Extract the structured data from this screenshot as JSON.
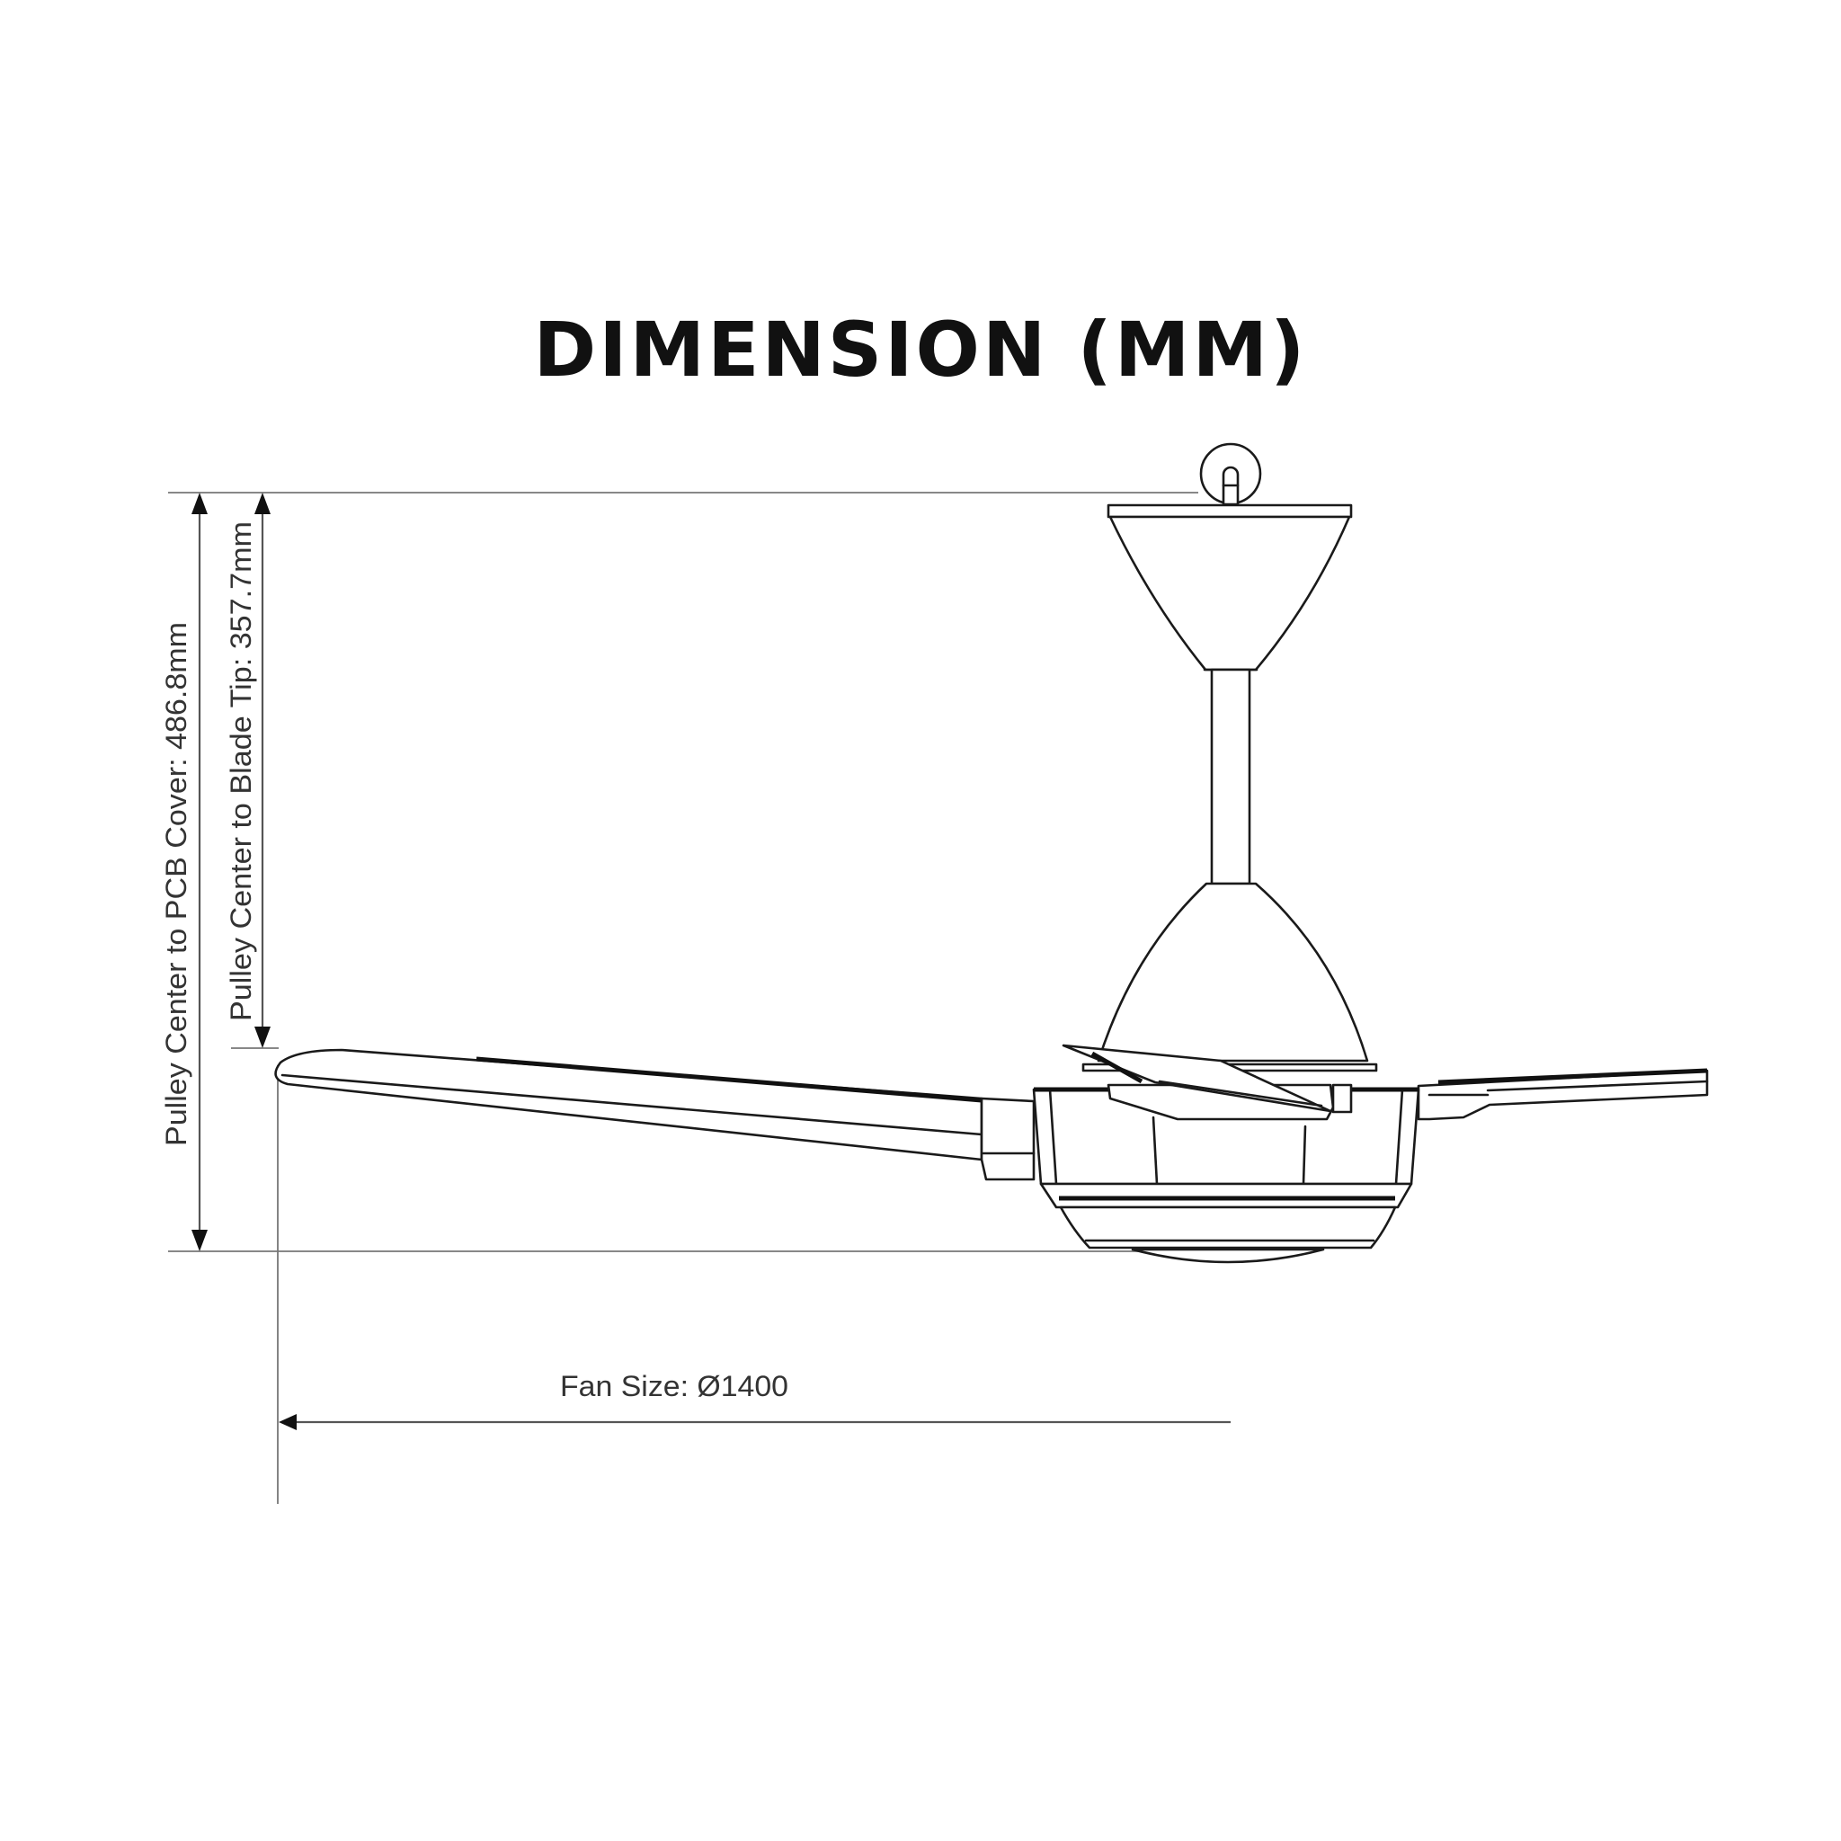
{
  "title": "DIMENSION (MM)",
  "dimensions": {
    "pulley_to_pcb_cover": {
      "label": "Pulley Center to PCB Cover: 486.8mm",
      "value_mm": 486.8
    },
    "pulley_to_blade_tip": {
      "label": "Pulley Center to Blade Tip: 357.7mm",
      "value_mm": 357.7
    },
    "fan_size": {
      "label": "Fan Size: Ø1400",
      "value_mm": 1400
    }
  },
  "drawing": {
    "subject": "ceiling-fan-side-elevation",
    "line_color": "#1a1a1a",
    "dimension_line_color": "#555555",
    "background": "#ffffff"
  }
}
